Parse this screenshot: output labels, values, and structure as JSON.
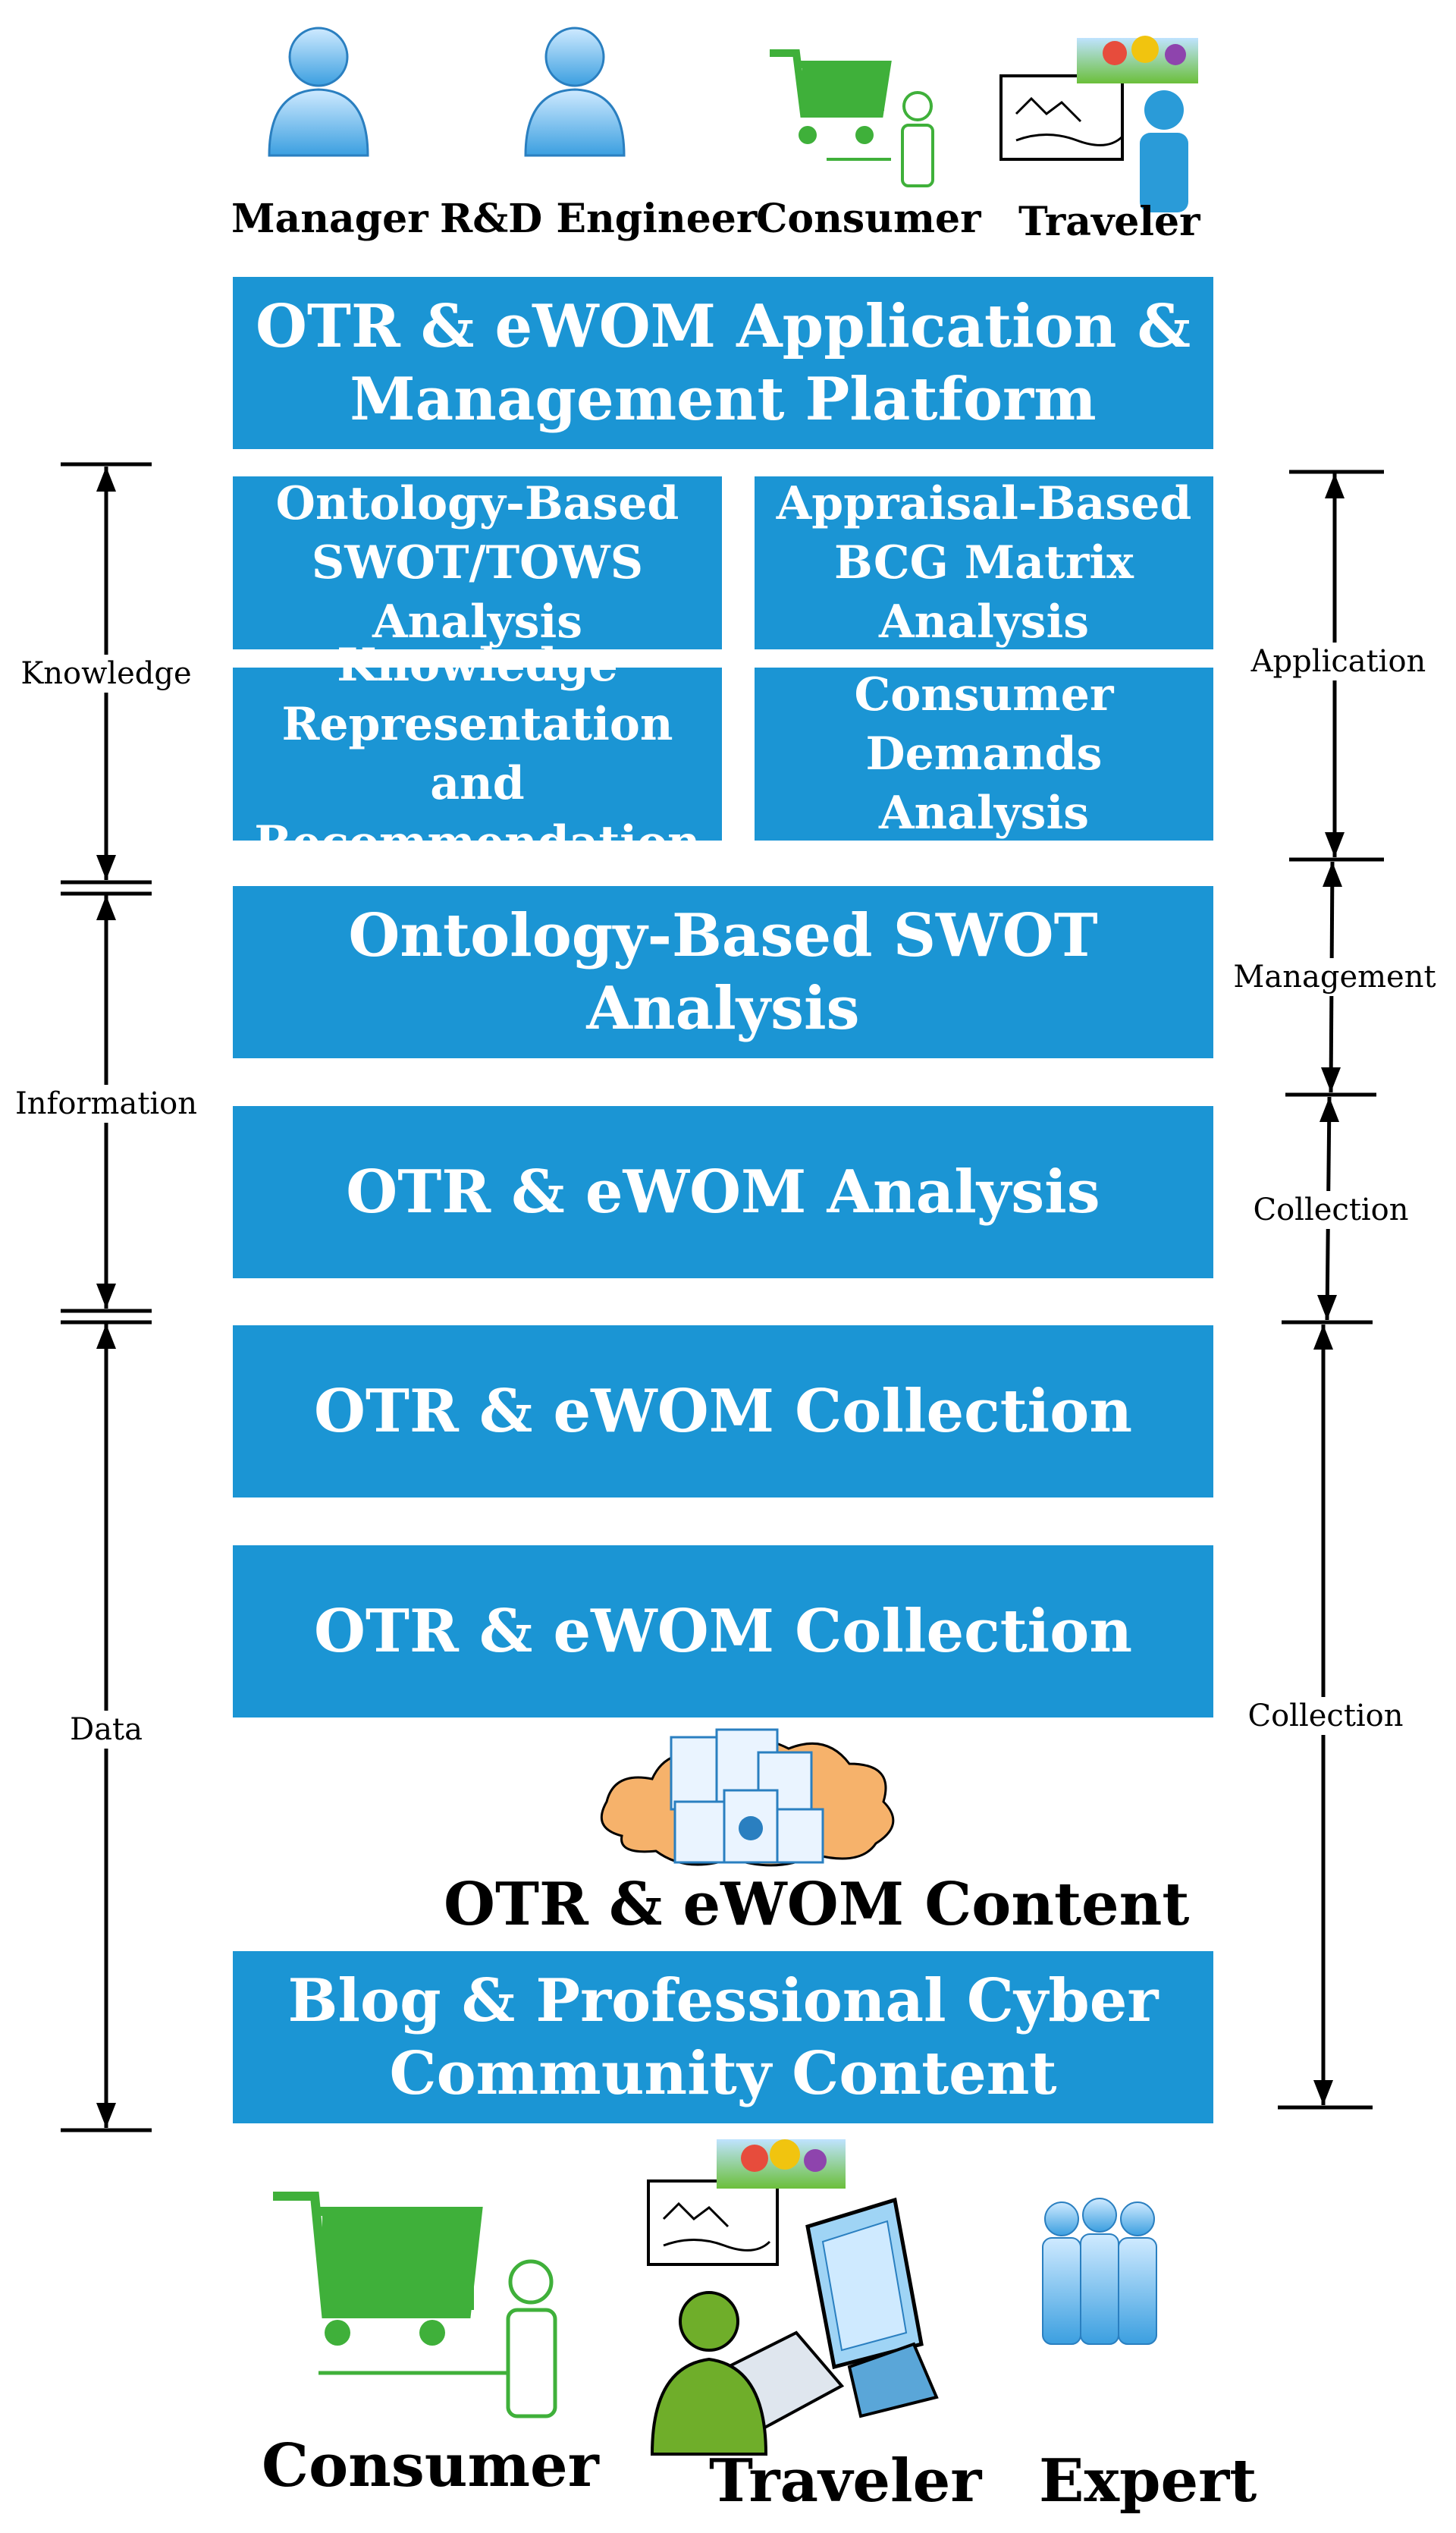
{
  "top_users": [
    {
      "label": "Manager",
      "icon": "manager-icon"
    },
    {
      "label": "R&D Engineer",
      "icon": "engineer-icon"
    },
    {
      "label": "Consumer",
      "icon": "shopping-cart-person-icon"
    },
    {
      "label": "Traveler",
      "icon": "traveler-icon"
    }
  ],
  "layers": {
    "platform": "OTR & eWOM Application &\nManagement Platform",
    "swot_tows": "Ontology-Based\nSWOT/TOWS\nAnalysis",
    "bcg": "Appraisal-Based\nBCG Matrix\nAnalysis",
    "knowledge_rep": "Knowledge\nRepresentation and\nRecommendation",
    "consumer_demands": "Consumer\nDemands Analysis",
    "swot": "Ontology-Based SWOT\nAnalysis",
    "analysis": "OTR & eWOM Analysis",
    "collection_1": "OTR & eWOM Collection",
    "collection_2": "OTR & eWOM Collection",
    "content_title": "OTR & eWOM Content",
    "blog": "Blog & Professional Cyber\nCommunity Content"
  },
  "left_axis": [
    "Knowledge",
    "Information",
    "Data"
  ],
  "right_axis": [
    "Application",
    "Management",
    "Collection",
    "Collection"
  ],
  "bottom_users": [
    {
      "label": "Consumer",
      "icon": "shopping-cart-person-icon"
    },
    {
      "label": "Traveler",
      "icon": "traveler-computer-icon"
    },
    {
      "label": "Expert",
      "icon": "experts-group-icon"
    }
  ],
  "colors": {
    "box": "#1b95d4",
    "cart": "#3fb03a",
    "cloud": "#f6b26b",
    "person": "#2a9bd8"
  }
}
